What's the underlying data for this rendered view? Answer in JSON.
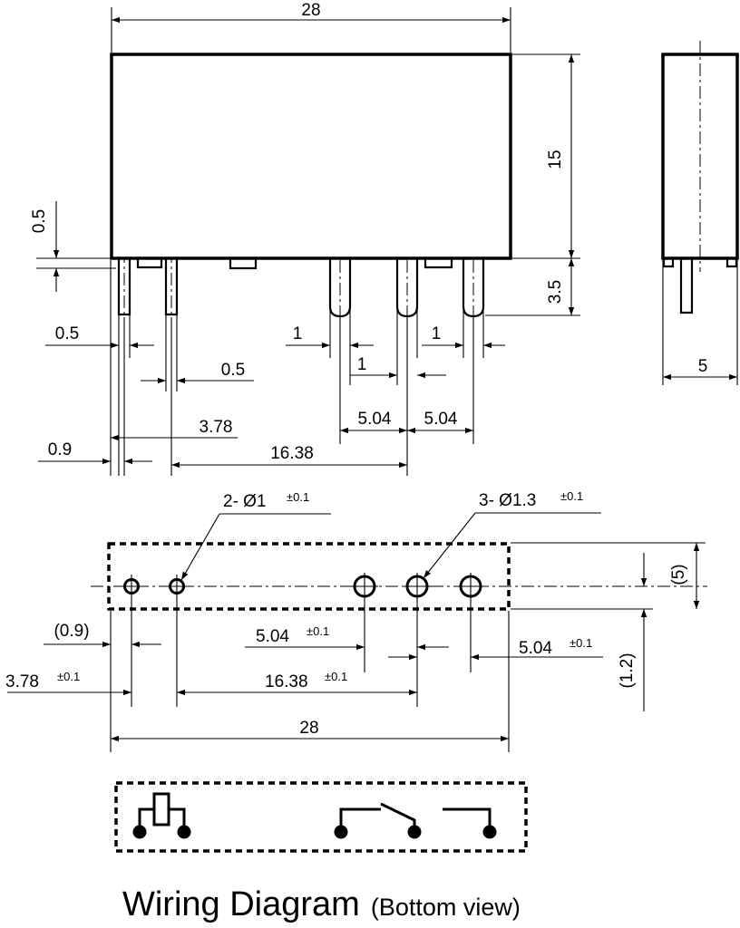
{
  "front_view": {
    "width": "28",
    "height": "15",
    "pin_offset": "0.5",
    "pin_length": "3.5",
    "pin_width_small": "0.5",
    "pin_width_small_2": "0.5",
    "pin_width_large_1": "1",
    "pin_width_large_2": "1",
    "pin_width_large_3": "1",
    "pitch_1": "5.04",
    "pitch_2": "5.04",
    "pin_dist_1": "3.78",
    "edge_dist": "0.9",
    "pin_dist_2": "16.38"
  },
  "side_view": {
    "depth": "5"
  },
  "pcb_layout": {
    "small_holes_label": "2- Ø1",
    "small_holes_tol": "±0.1",
    "large_holes_label": "3- Ø1.3",
    "large_holes_tol": "±0.1",
    "edge_dist": "(0.9)",
    "pitch_1": "5.04",
    "pitch_1_tol": "±0.1",
    "pitch_2": "5.04",
    "pitch_2_tol": "±0.1",
    "dist_1": "3.78",
    "dist_1_tol": "±0.1",
    "dist_2": "16.38",
    "dist_2_tol": "±0.1",
    "width": "28",
    "height": "(5)",
    "offset": "(1.2)"
  },
  "wiring": {
    "title": "Wiring Diagram",
    "subtitle": "(Bottom view)"
  }
}
